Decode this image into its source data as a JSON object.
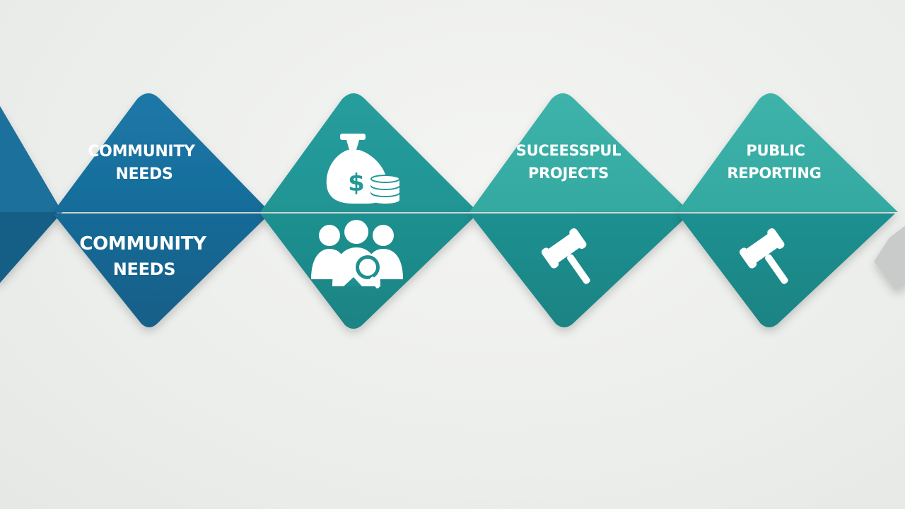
{
  "diagram": {
    "colors": {
      "background": "#eceeec",
      "deep_blue": "#186f9e",
      "deep_blue_dark": "#135f88",
      "teal": "#239999",
      "teal_dark": "#1c8686",
      "teal_light": "#38b0a8",
      "label_text": "#ffffff",
      "edge_gray": "#c9cbca"
    },
    "steps": [
      {
        "top": {
          "kind": "text",
          "lines": [
            "COMMUNITY",
            "NEEDS"
          ]
        },
        "bottom": {
          "kind": "text",
          "lines": [
            "COMMUNITY",
            "NEEDS"
          ]
        }
      },
      {
        "top": {
          "kind": "icon",
          "icon": "money-bag-coins-icon"
        },
        "bottom": {
          "kind": "icon",
          "icon": "people-group-search-icon"
        }
      },
      {
        "top": {
          "kind": "text",
          "lines": [
            "SUCEESSPUL",
            "PROJECTS"
          ]
        },
        "bottom": {
          "kind": "icon",
          "icon": "gavel-icon"
        }
      },
      {
        "top": {
          "kind": "text",
          "lines": [
            "PUBLIC",
            "REPORTING"
          ]
        },
        "bottom": {
          "kind": "icon",
          "icon": "gavel-icon"
        }
      }
    ]
  }
}
